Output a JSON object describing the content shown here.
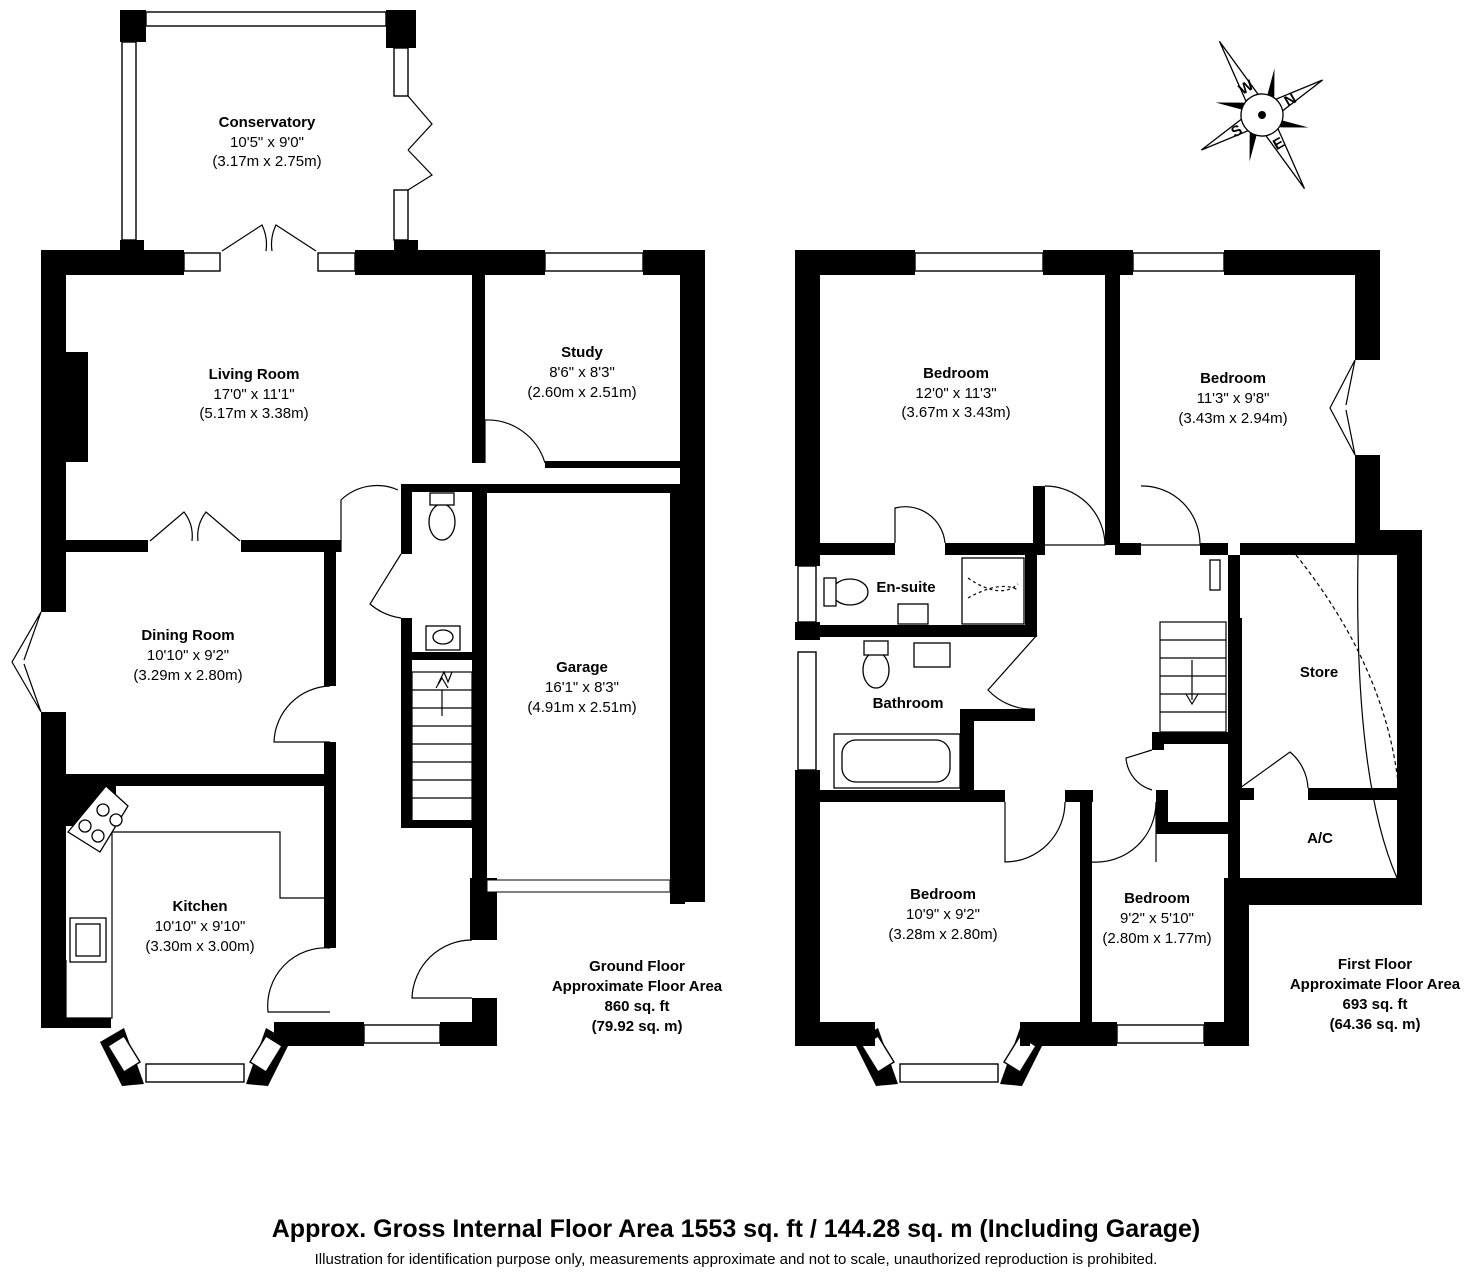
{
  "compass": {
    "letters": [
      "S",
      "W",
      "E",
      "N"
    ]
  },
  "ground_floor": {
    "rooms": {
      "conservatory": {
        "name": "Conservatory",
        "imperial": "10'5\" x 9'0\"",
        "metric": "(3.17m x 2.75m)"
      },
      "living_room": {
        "name": "Living Room",
        "imperial": "17'0\" x 11'1\"",
        "metric": "(5.17m x 3.38m)"
      },
      "study": {
        "name": "Study",
        "imperial": "8'6\" x 8'3\"",
        "metric": "(2.60m x 2.51m)"
      },
      "dining_room": {
        "name": "Dining Room",
        "imperial": "10'10\" x 9'2\"",
        "metric": "(3.29m x 2.80m)"
      },
      "garage": {
        "name": "Garage",
        "imperial": "16'1\" x 8'3\"",
        "metric": "(4.91m x 2.51m)"
      },
      "kitchen": {
        "name": "Kitchen",
        "imperial": "10'10\" x 9'10\"",
        "metric": "(3.30m x 3.00m)"
      }
    },
    "area": {
      "title": "Ground Floor",
      "label": "Approximate Floor Area",
      "sqft": "860 sq. ft",
      "sqm": "(79.92 sq. m)"
    }
  },
  "first_floor": {
    "rooms": {
      "bedroom_1": {
        "name": "Bedroom",
        "imperial": "12'0\" x 11'3\"",
        "metric": "(3.67m x 3.43m)"
      },
      "bedroom_2": {
        "name": "Bedroom",
        "imperial": "11'3\" x 9'8\"",
        "metric": "(3.43m x 2.94m)"
      },
      "bedroom_3": {
        "name": "Bedroom",
        "imperial": "10'9\" x 9'2\"",
        "metric": "(3.28m x 2.80m)"
      },
      "bedroom_4": {
        "name": "Bedroom",
        "imperial": "9'2\" x 5'10\"",
        "metric": "(2.80m x 1.77m)"
      },
      "en_suite": {
        "name": "En-suite"
      },
      "bathroom": {
        "name": "Bathroom"
      },
      "store": {
        "name": "Store"
      },
      "ac": {
        "name": "A/C"
      }
    },
    "area": {
      "title": "First Floor",
      "label": "Approximate Floor Area",
      "sqft": "693 sq. ft",
      "sqm": "(64.36 sq. m)"
    }
  },
  "footer": {
    "title": "Approx. Gross Internal Floor Area 1553 sq. ft / 144.28 sq. m (Including Garage)",
    "note": "Illustration for identification purpose only, measurements approximate and not to scale, unauthorized reproduction is prohibited."
  }
}
